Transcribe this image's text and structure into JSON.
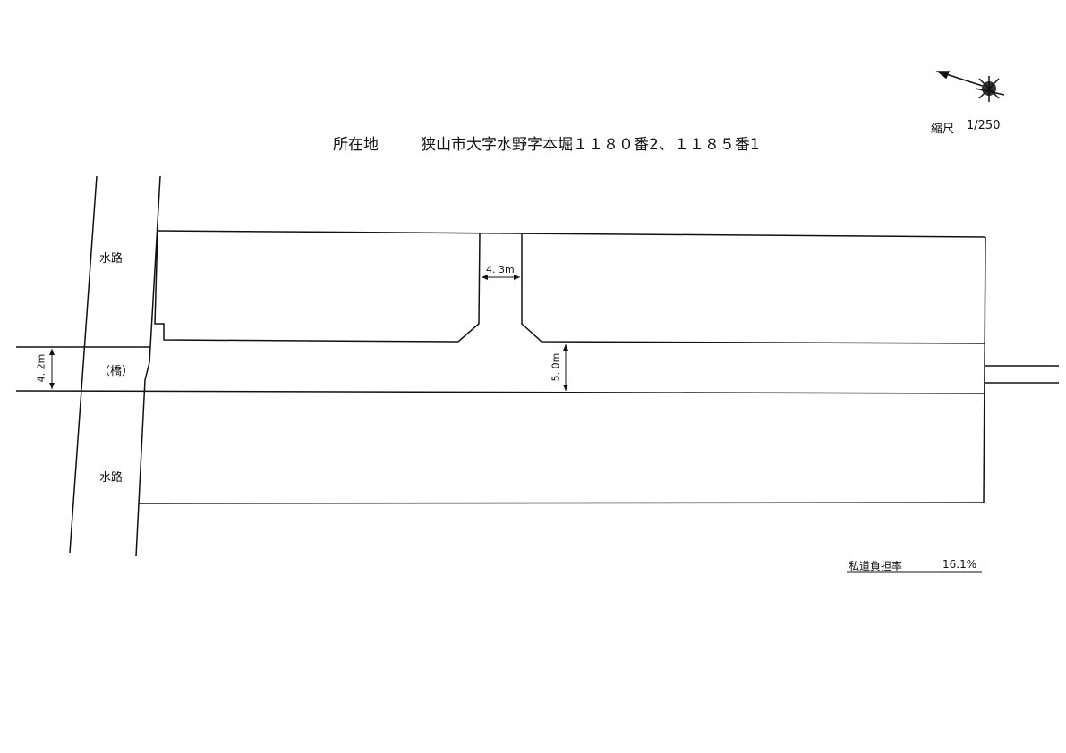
{
  "title": {
    "label": "所在地",
    "address": "狭山市大字水野字本堀１１８０番2、１１８５番1"
  },
  "scale": {
    "label": "縮尺",
    "value": "1/250"
  },
  "labels": {
    "waterway_top": "水路",
    "waterway_bottom": "水路",
    "bridge": "（橋）"
  },
  "dimensions": {
    "bridge_width": "4. 2m",
    "branch_road_width": "4. 3m",
    "main_road_width": "5. 0m"
  },
  "burden": {
    "label": "私道負担率",
    "value": "16.1%"
  },
  "colors": {
    "line": "#111111",
    "background": "#ffffff"
  }
}
